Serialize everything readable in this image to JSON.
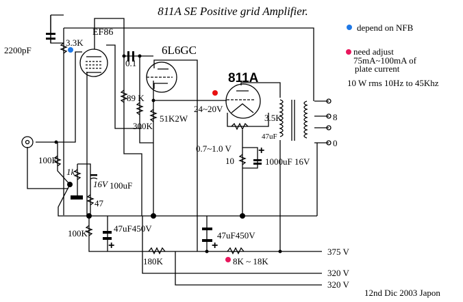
{
  "title": "811A SE Positive grid Amplifier.",
  "legend": {
    "blue_note": "depend on NFB",
    "pink_note_1": "need adjust",
    "pink_note_2": "75mA~100mA  of",
    "pink_note_3": "plate current",
    "spec": "10 W rms 10Hz to 45Khz",
    "blue_color": "#1e78e6",
    "pink_color": "#e8165c",
    "red_color": "#e81010"
  },
  "tubes": {
    "ef86": "EF86",
    "l6gc": "6L6GC",
    "a811": "811A"
  },
  "components": {
    "c2200": "2200pF",
    "r33k": "3.3K",
    "c01": "0.1",
    "r89k": "89 K",
    "r300k": "300K",
    "r51k": "51K2W",
    "v2420": "24~20V",
    "r35k": "3.5K",
    "c47": "47uF",
    "v0710": "0.7~1.0 V",
    "r10": "10",
    "c1000": "1000uF 16V",
    "r100k_in": "100K",
    "r1k": "1k",
    "c16v": "16V",
    "c100uf": "100uF",
    "r47": "47",
    "r100k_b": "100K",
    "c47a": "47uF450V",
    "r180k": "180K",
    "c47b": "47uF450V",
    "r8k": "8K ~ 18K"
  },
  "outputs": {
    "tap8": "8",
    "tap0": "0"
  },
  "supplies": {
    "v375": "375 V",
    "v320a": "320 V",
    "v320b": "320 V"
  },
  "footer": "12nd Dic 2003 Japon"
}
